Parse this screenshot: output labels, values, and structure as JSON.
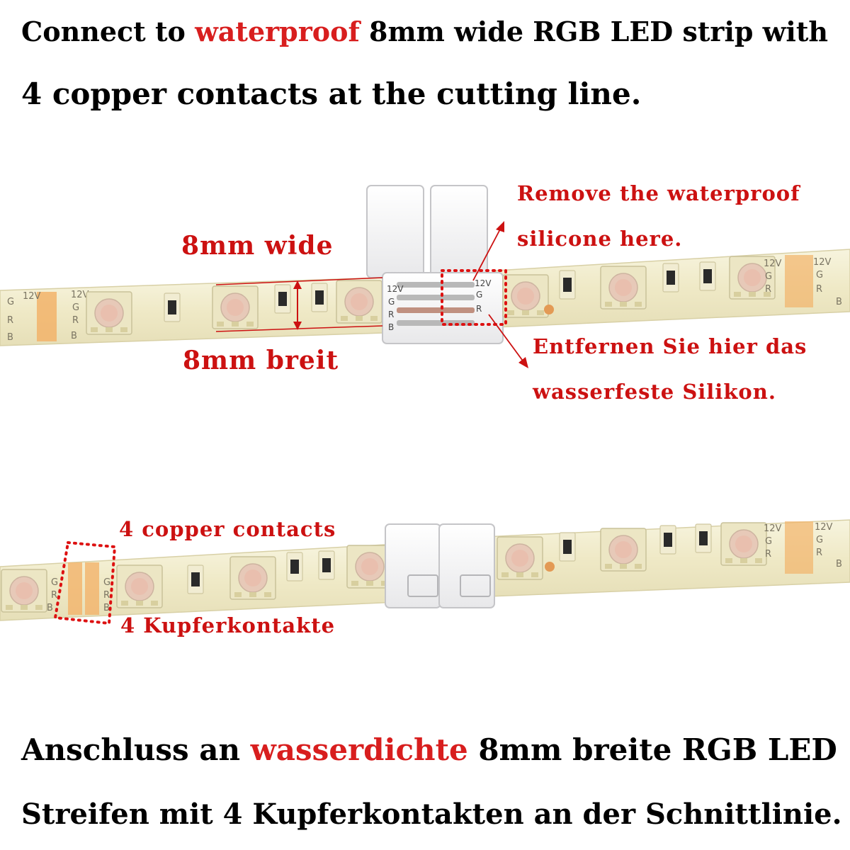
{
  "top_heading": {
    "line1_pre": "Connect to ",
    "line1_highlight": "waterproof",
    "line1_post": " 8mm wide RGB LED strip with",
    "line2": "4 copper contacts at the cutting line."
  },
  "diagram_top": {
    "width_label_en": "8mm wide",
    "width_label_de": "8mm breit",
    "remove_note_en_line1": "Remove the waterproof",
    "remove_note_en_line2": "silicone here.",
    "remove_note_de_line1": "Entfernen Sie hier das",
    "remove_note_de_line2": "wasserfeste Silikon."
  },
  "diagram_bottom": {
    "contacts_label_en": "4 copper contacts",
    "contacts_label_de": "4 Kupferkontakte"
  },
  "strip_markings": {
    "v12": "12V",
    "g": "G",
    "r": "R",
    "b": "B"
  },
  "bottom_heading": {
    "line1_pre": "Anschluss an ",
    "line1_highlight": "wasserdichte",
    "line1_post": " 8mm breite RGB LED",
    "line2": "Streifen mit 4 Kupferkontakten an der Schnittlinie."
  },
  "colors": {
    "accent_red": "#d81e1e",
    "strip_body": "#f3efcf",
    "copper": "#f2b36a",
    "connector": "#f7f7f7"
  }
}
